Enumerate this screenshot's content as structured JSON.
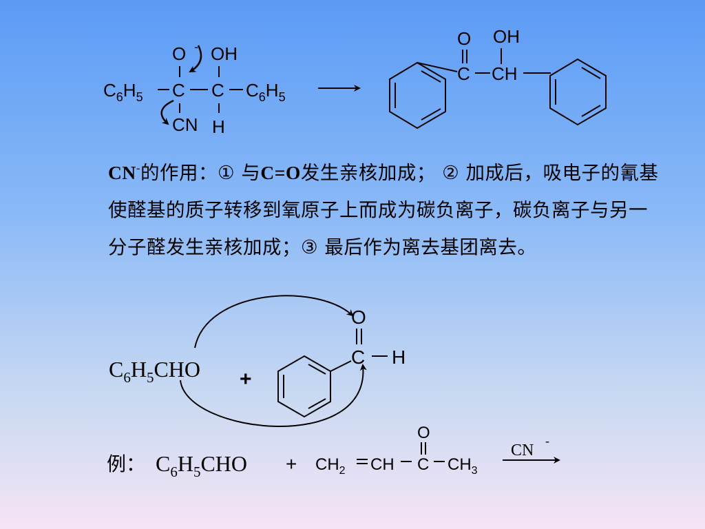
{
  "mechanism": {
    "left": {
      "o_minus": "O",
      "minus_sign": "-",
      "oh": "OH",
      "c6": "C",
      "c6_sub": "6",
      "h5": "H",
      "h5_sub": "5",
      "c_center1": "C",
      "c_center2": "C",
      "right_c6": "C",
      "right_c6_sub": "6",
      "right_h5": "H",
      "right_h5_sub": "5",
      "cn": "CN",
      "h": "H"
    },
    "right": {
      "o": "O",
      "oh": "OH",
      "c": "C",
      "ch": "CH"
    }
  },
  "explanation": {
    "cn": "CN",
    "cn_sup": "-",
    "p1": "的作用：① 与",
    "co": "C=O",
    "p2": "发生亲核加成；  ② 加成后，吸电子的氰基使醛基的质子转移到氧原子上而成为碳负离子，碳负离子与另一分子醛发生亲核加成；③ 最后作为离去基团离去。"
  },
  "attack": {
    "c6": "C",
    "sub6": "6",
    "h": "H",
    "sub5": "5",
    "cho": "CHO",
    "plus": "+",
    "o": "O",
    "c": "C",
    "h_ald": "H"
  },
  "example": {
    "label": "例：",
    "c6": "C",
    "sub6": "6",
    "h": "H",
    "sub5": "5",
    "cho": "CHO",
    "plus": "+",
    "ch2": "CH",
    "ch2_sub": "2",
    "eq": "=",
    "ch": "CH",
    "c": "C",
    "o": "O",
    "ch3": "CH",
    "ch3_sub": "3",
    "reagent": "CN",
    "reagent_sup": "-"
  }
}
